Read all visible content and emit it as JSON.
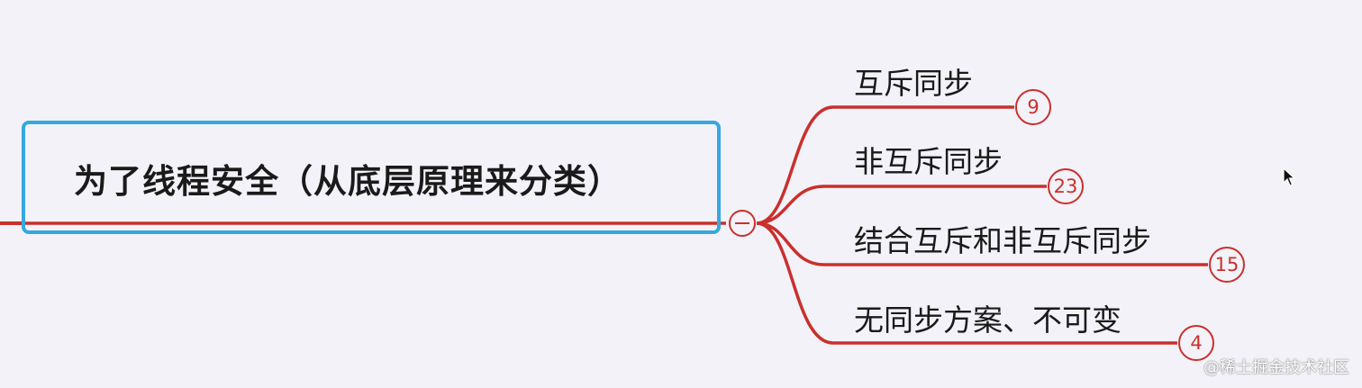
{
  "central": {
    "title": "为了线程安全（从底层原理来分类）"
  },
  "branches": [
    {
      "label": "互斥同步",
      "count": "9"
    },
    {
      "label": "非互斥同步",
      "count": "23"
    },
    {
      "label": "结合互斥和非互斥同步",
      "count": "15"
    },
    {
      "label": "无同步方案、不可变",
      "count": "4"
    }
  ],
  "watermark": "@稀土掘金技术社区",
  "colors": {
    "background": "#f3f2f8",
    "central_border": "#36a8e0",
    "connector": "#c9302c",
    "text": "#1a1a1a"
  },
  "icons": {
    "collapse": "collapse-minus-icon",
    "cursor": "mouse-pointer-icon"
  }
}
